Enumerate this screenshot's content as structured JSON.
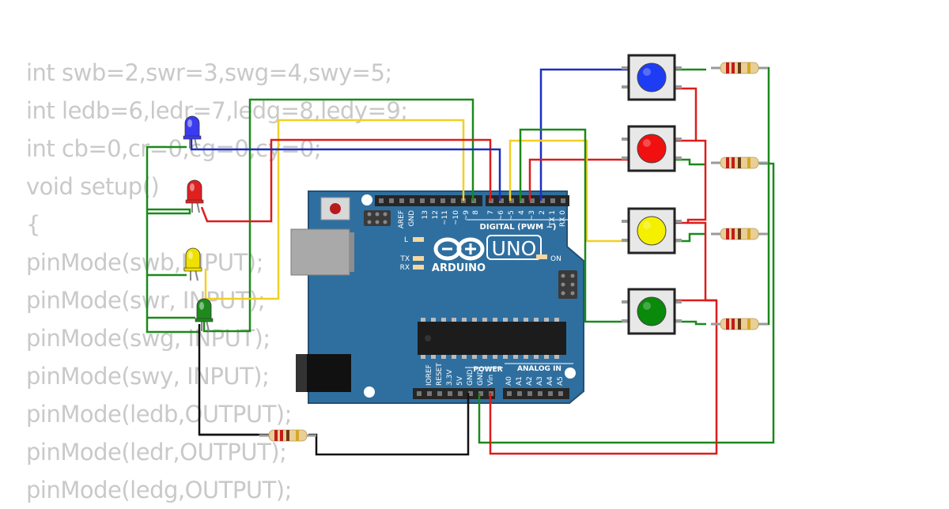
{
  "code": {
    "lines": [
      "int swb=2,swr=3,swg=4,swy=5;",
      "int ledb=6,ledr=7,ledg=8,ledy=9;",
      "int cb=0,cr=0,cg=0,cy=0;",
      "void setup()",
      "{",
      "pinMode(swb,INPUT);",
      "pinMode(swr, INPUT);",
      "pinMode(swg, INPUT);",
      "pinMode(swy, INPUT);",
      "pinMode(ledb,OUTPUT);",
      "pinMode(ledr,OUTPUT);",
      "pinMode(ledg,OUTPUT);"
    ]
  },
  "board": {
    "brand": "ARDUINO",
    "model": "UNO",
    "on_label": "ON",
    "digital_label": "DIGITAL (PWM ~)",
    "power_label": "POWER",
    "analog_label": "ANALOG IN",
    "led_l": "L",
    "led_tx": "TX",
    "led_rx": "RX",
    "top_pins": [
      "AREF",
      "GND",
      "13",
      "12",
      "~11",
      "~10",
      "~9",
      "8",
      "7",
      "~6",
      "~5",
      "4",
      "~3",
      "2",
      "TX 1",
      "RX 0"
    ],
    "bottom_pins": [
      "IOREF",
      "RESET",
      "3.3V",
      "5V",
      "GND",
      "GND",
      "Vin",
      "A0",
      "A1",
      "A2",
      "A3",
      "A4",
      "A5"
    ],
    "color": "#2f6f9f"
  },
  "components": {
    "leds": [
      {
        "name": "blue",
        "color": "#3b3bf0"
      },
      {
        "name": "red",
        "color": "#e02020"
      },
      {
        "name": "yellow",
        "color": "#f0e000"
      },
      {
        "name": "green",
        "color": "#1e8a1e"
      }
    ],
    "buttons": [
      {
        "name": "blue",
        "color": "#1f3cf5"
      },
      {
        "name": "red",
        "color": "#f01010"
      },
      {
        "name": "yellow",
        "color": "#f5f000"
      },
      {
        "name": "green",
        "color": "#0a8a0a"
      }
    ]
  },
  "wire_colors": {
    "green": "#1a8a1a",
    "yellow": "#f2d024",
    "red": "#dd1c1c",
    "blue": "#1a2fc0",
    "black": "#111111"
  }
}
